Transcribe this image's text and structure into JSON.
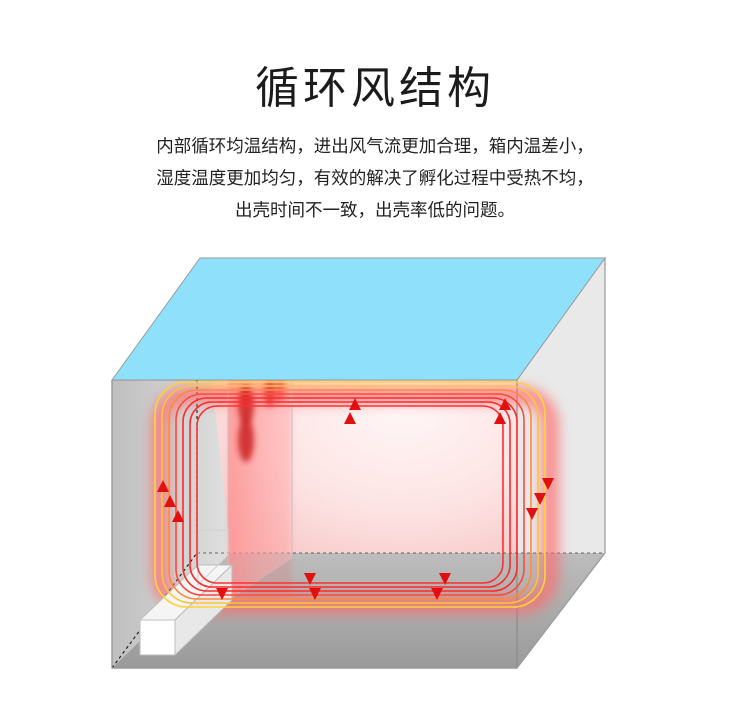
{
  "title": "循环风结构",
  "description": [
    "内部循环均温结构，进出风气流更加合理，箱内温差小，",
    "湿度温度更加均匀，有效的解决了孵化过程中受热不均，",
    "出壳时间不一致，出壳率低的问题。"
  ],
  "colors": {
    "top_face": "#8fe0fb",
    "wall": "#cfcfcf",
    "warm_glow": "#ff3b3b",
    "flow_yellow": "#ffd23a",
    "flow_red": "#ff2a2a"
  }
}
